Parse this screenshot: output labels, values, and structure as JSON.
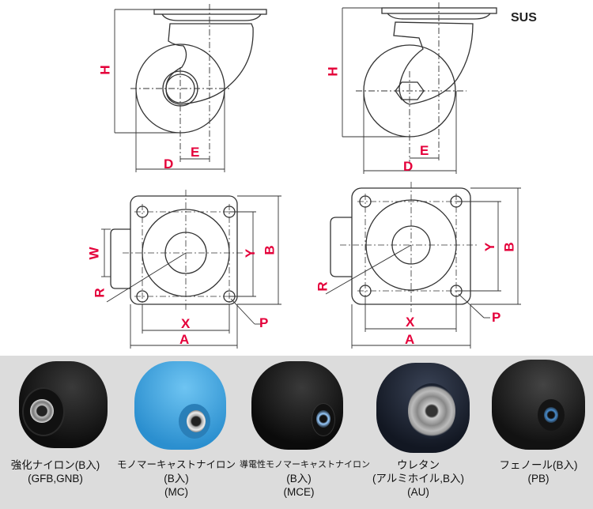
{
  "material_label": "SUS",
  "dimension_labels": {
    "H": "H",
    "D": "D",
    "E": "E",
    "W": "W",
    "R": "R",
    "Y": "Y",
    "B": "B",
    "X": "X",
    "A": "A",
    "P": "P"
  },
  "wheels": [
    {
      "lines": [
        "強化ナイロン(B入)",
        "(GFB,GNB)"
      ],
      "color": "#1b1b1b"
    },
    {
      "lines": [
        "モノマーキャストナイロン",
        "(B入)",
        "(MC)"
      ],
      "color": "#3aa1e0"
    },
    {
      "lines": [
        "導電性モノマーキャストナイロン",
        "(B入)",
        "(MCE)"
      ],
      "color": "#161616"
    },
    {
      "lines": [
        "ウレタン",
        "(アルミホイル,B入)",
        "(AU)"
      ],
      "color": "#1c2433"
    },
    {
      "lines": [
        "フェノール(B入)",
        "(PB)"
      ],
      "color": "#202020"
    }
  ],
  "colors": {
    "dimension": "#e4003a",
    "line": "#333333",
    "panel": "#dcdcdc"
  }
}
